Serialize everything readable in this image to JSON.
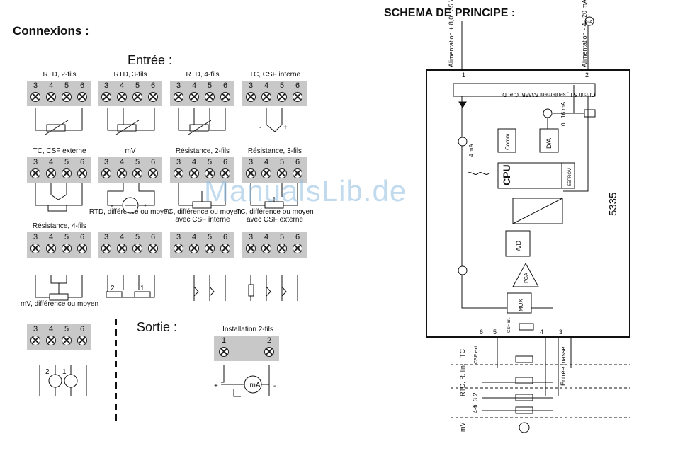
{
  "left": {
    "title": "Connexions :",
    "entree_title": "Entrée :",
    "sortie_title": "Sortie :",
    "blocks": [
      {
        "label": "RTD, 2-fils",
        "terminals": [
          "3",
          "4",
          "5",
          "6"
        ]
      },
      {
        "label": "RTD, 3-fils",
        "terminals": [
          "3",
          "4",
          "5",
          "6"
        ]
      },
      {
        "label": "RTD, 4-fils",
        "terminals": [
          "3",
          "4",
          "5",
          "6"
        ]
      },
      {
        "label": "TC, CSF interne",
        "terminals": [
          "3",
          "4",
          "5",
          "6"
        ]
      },
      {
        "label": "TC, CSF externe",
        "terminals": [
          "3",
          "4",
          "5",
          "6"
        ]
      },
      {
        "label": "mV",
        "terminals": [
          "3",
          "4",
          "5",
          "6"
        ]
      },
      {
        "label": "Résistance, 2-fils",
        "terminals": [
          "3",
          "4",
          "5",
          "6"
        ]
      },
      {
        "label": "Résistance, 3-fils",
        "terminals": [
          "3",
          "4",
          "5",
          "6"
        ]
      },
      {
        "label": "Résistance, 4-fils",
        "terminals": [
          "3",
          "4",
          "5",
          "6"
        ]
      },
      {
        "label": "RTD, différence ou moyen",
        "terminals": [
          "3",
          "4",
          "5",
          "6"
        ]
      },
      {
        "label": "TC, différence ou moyen avec CSF interne",
        "terminals": [
          "3",
          "4",
          "5",
          "6"
        ]
      },
      {
        "label": "TC, différence ou moyen avec CSF externe",
        "terminals": [
          "3",
          "4",
          "5",
          "6"
        ]
      },
      {
        "label": "mV, différence ou moyen",
        "terminals": [
          "3",
          "4",
          "5",
          "6"
        ]
      }
    ],
    "output": {
      "label": "Installation 2-fils",
      "terminals": [
        "1",
        "2"
      ],
      "meter": "mA",
      "plus": "+",
      "minus": "-"
    },
    "signs": {
      "plus": "+",
      "minus": "-",
      "one": "1",
      "two": "2"
    }
  },
  "right": {
    "title": "SCHEMA DE PRINCIPE :",
    "supply_label": "Alimentation + 8,0...35 Vcc",
    "supply2_label": "Alimentation - 4...20 mA",
    "meter": "mA",
    "circuit_label": "Circuit S.I., seulement 5335B, C et D",
    "range_label": "0...16 mA",
    "ma4": "4 mA",
    "comm": "Comm.",
    "da": "D/A",
    "cpu": "CPU",
    "eeprom": "EEPROM",
    "ad": "A/D",
    "pga": "PGA",
    "mux": "MUX",
    "csf_int": "CSF int.",
    "model": "5335",
    "pins": [
      "1",
      "2",
      "3",
      "4",
      "5",
      "6"
    ],
    "tc": "TC",
    "csf_ext": "CSF ext.",
    "rtd_lin": "RTD, R. lin.",
    "wires": "4-fil 3 2",
    "mv": "mV",
    "masse": "Entrée masse"
  },
  "watermark": "ManualsLib.de"
}
